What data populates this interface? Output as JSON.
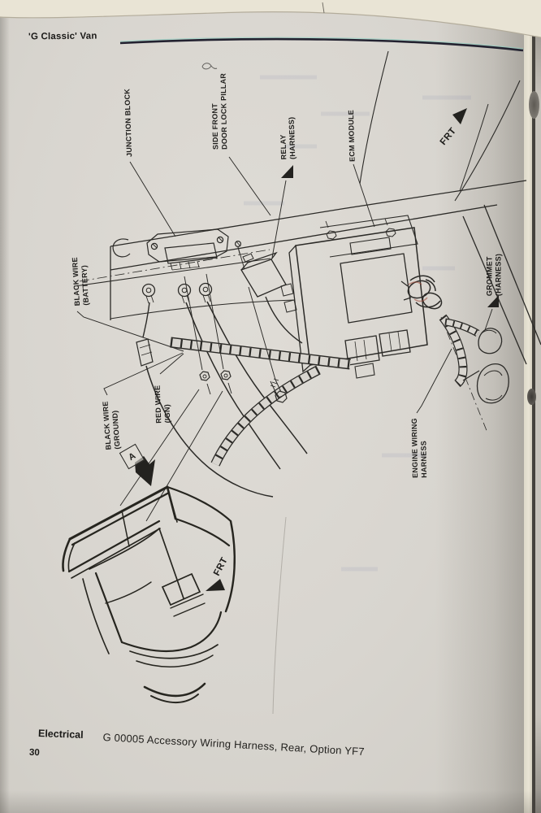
{
  "page": {
    "header": {
      "title": "'G Classic' Van"
    },
    "footer": {
      "section": "Electrical",
      "caption": "G 00005 Accessory Wiring Harness, Rear, Option YF7",
      "page_number": "30"
    }
  },
  "diagram": {
    "callouts": {
      "junction_block": {
        "line1": "JUNCTION BLOCK"
      },
      "door_lock_pillar": {
        "line1": "SIDE FRONT",
        "line2": "DOOR LOCK PILLAR"
      },
      "relay": {
        "line1": "RELAY",
        "line2": "(HARNESS)"
      },
      "ecm_module": {
        "line1": "ECM MODULE"
      },
      "black_wire_battery": {
        "line1": "BLACK WIRE",
        "line2": "(BATTERY)"
      },
      "red_wire_ign": {
        "line1": "RED WIRE",
        "line2": "(IGN)"
      },
      "black_wire_ground": {
        "line1": "BLACK WIRE",
        "line2": "(GROUND)"
      },
      "grommet": {
        "line1": "GROMMET",
        "line2": "(HARNESS)"
      },
      "engine_wiring_harness": {
        "line1": "ENGINE WIRING",
        "line2": "HARNESS"
      }
    },
    "direction_labels": {
      "front_top": "FRT",
      "front_van": "FRT"
    },
    "view_marker": "A"
  },
  "colors": {
    "page_background": "#d8d5cf",
    "ink": "#2b2a27",
    "label_ink": "#1d1c1a",
    "header_rule": "#232230",
    "page_top_edge": "#e9e4d5",
    "gutter_dark": "#45423d",
    "facing_page": "#c7c3bb"
  }
}
